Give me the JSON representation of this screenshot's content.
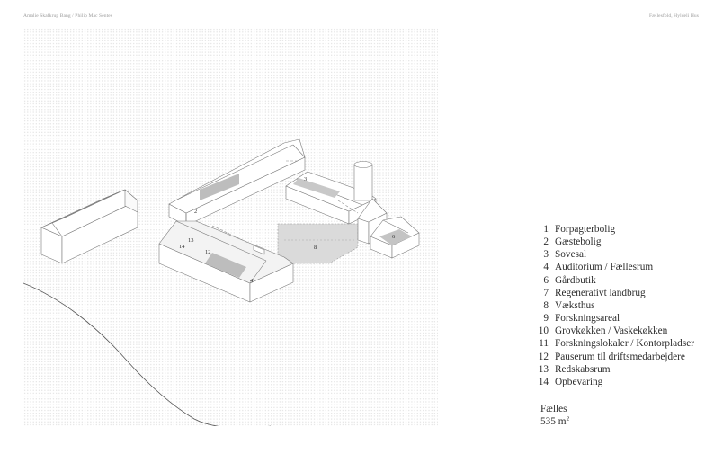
{
  "header": {
    "left": "Amalie Skafkrup Bang  /  Philip Mac Sentes",
    "right": "Fællesfold, Hyldeli Hus"
  },
  "plan_labels": {
    "b2": "2",
    "b3": "3",
    "b4": "4",
    "b6": "6",
    "b8": "8",
    "b12": "12",
    "b13": "13",
    "b14": "14"
  },
  "legend": [
    {
      "num": "1",
      "label": "Forpagterbolig"
    },
    {
      "num": "2",
      "label": "Gæstebolig"
    },
    {
      "num": "3",
      "label": "Sovesal"
    },
    {
      "num": "4",
      "label": "Auditorium / Fællesrum"
    },
    {
      "num": "6",
      "label": "Gårdbutik"
    },
    {
      "num": "7",
      "label": "Regenerativt landbrug"
    },
    {
      "num": "8",
      "label": "Væksthus"
    },
    {
      "num": "9",
      "label": "Forskningsareal"
    },
    {
      "num": "10",
      "label": "Grovkøkken / Vaskekøkken"
    },
    {
      "num": "11",
      "label": "Forskningslokaler / Kontorpladser"
    },
    {
      "num": "12",
      "label": "Pauserum til driftsmedarbejdere"
    },
    {
      "num": "13",
      "label": "Redskabsrum"
    },
    {
      "num": "14",
      "label": "Opbevaring"
    }
  ],
  "summary": {
    "label": "Fælles",
    "area_value": "535 m",
    "area_sup": "2"
  }
}
